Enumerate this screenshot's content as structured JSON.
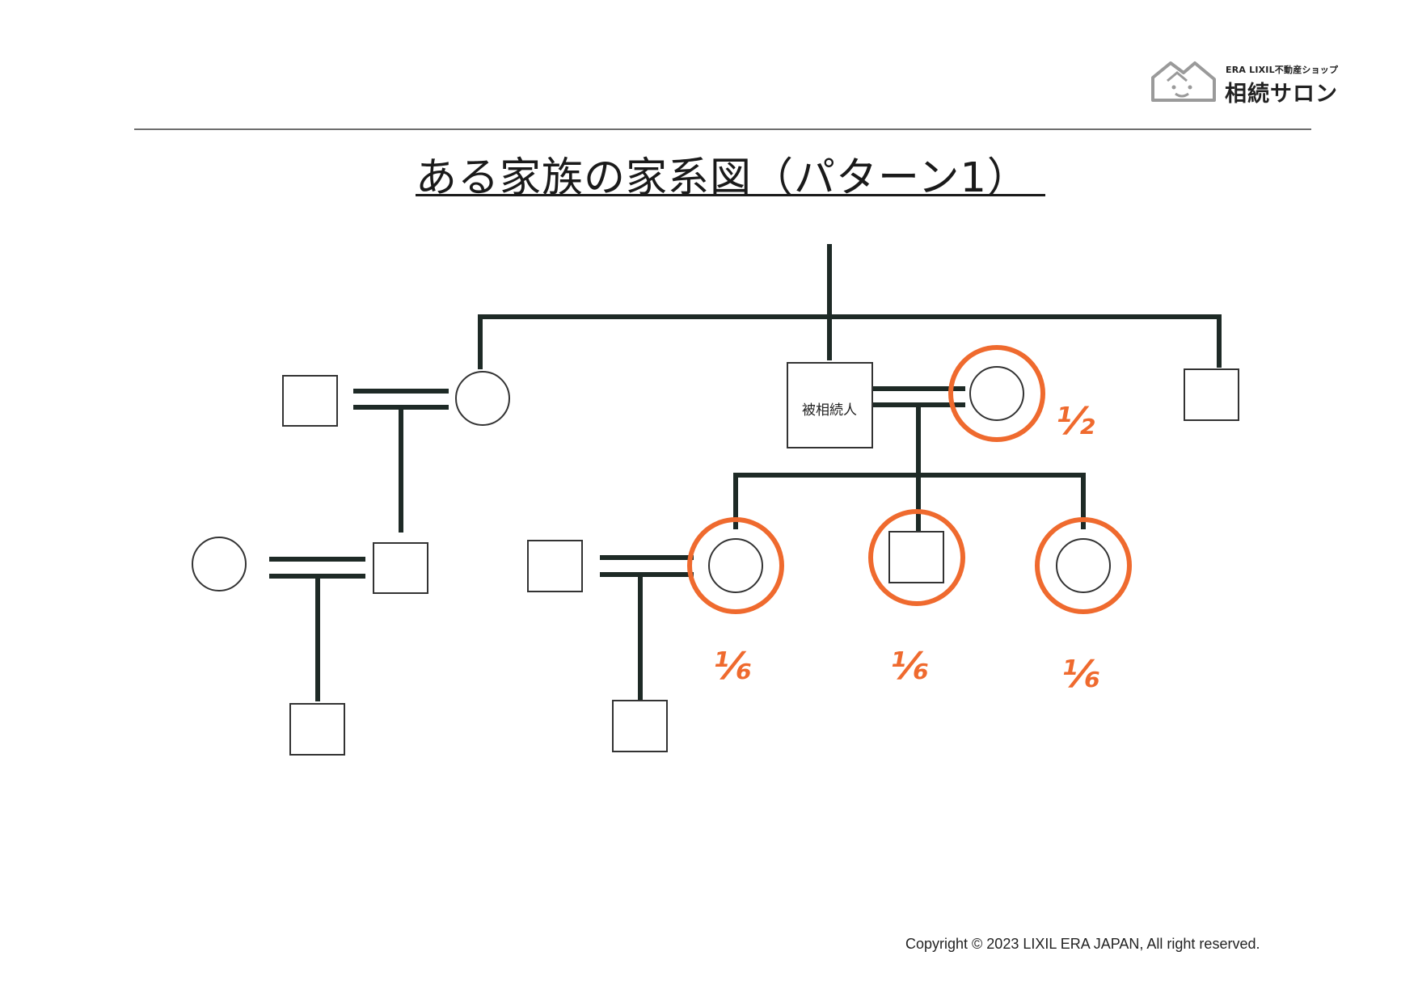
{
  "logo": {
    "subtitle": "ERA LIXIL不動産ショップ",
    "name": "相続サロン"
  },
  "title": "ある家族の家系図（パターン1）",
  "diagram": {
    "deceased_label": "被相続人",
    "shares": {
      "spouse": "½",
      "child_1": "⅙",
      "child_2": "⅙",
      "child_3": "⅙"
    },
    "colors": {
      "line": "#1e2a26",
      "highlight": "#ef6a2e"
    }
  },
  "footer": {
    "copyright": "Copyright © 2023 LIXIL ERA JAPAN, All right reserved."
  }
}
